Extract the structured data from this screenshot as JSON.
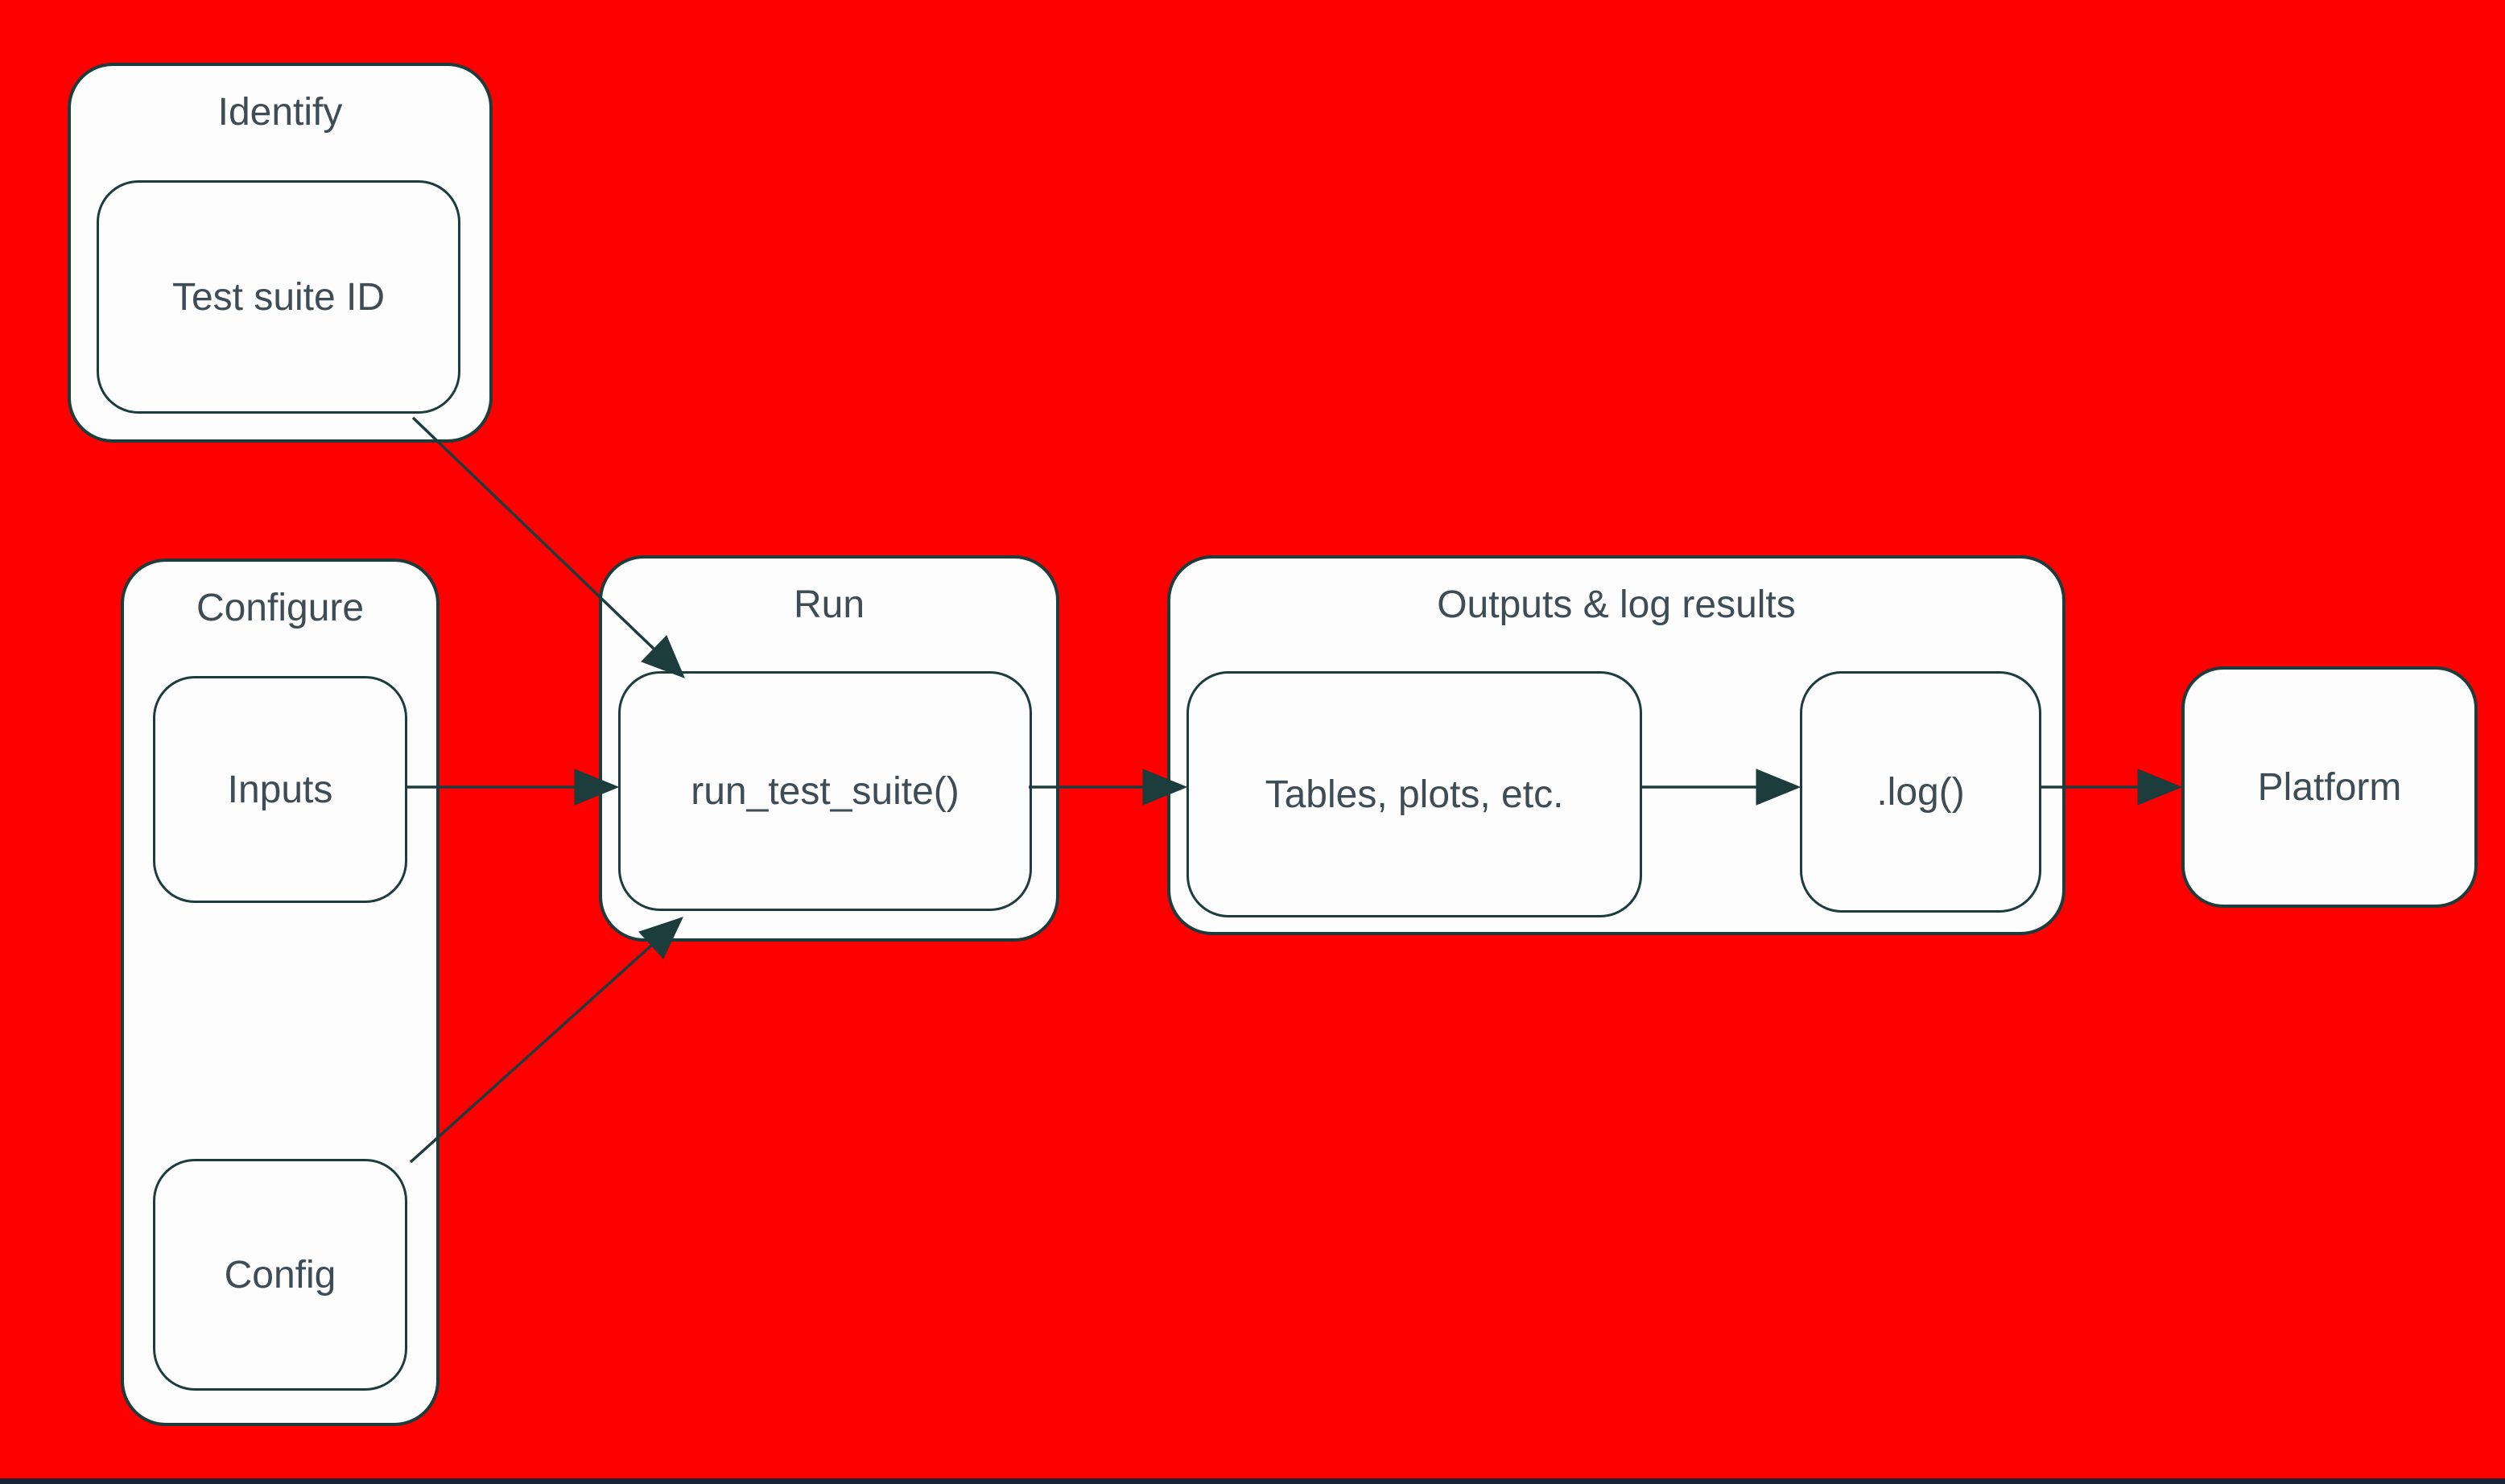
{
  "background_color": "#ff0000",
  "colors": {
    "node_fill": "#fdfdfd",
    "stroke": "#1d3c3c",
    "text": "#3e4c56",
    "bottom_strip": "#182338"
  },
  "nodes": {
    "identify": {
      "title": "Identify",
      "child": "Test suite ID"
    },
    "configure": {
      "title": "Configure",
      "inputs": "Inputs",
      "config": "Config"
    },
    "run": {
      "title": "Run",
      "child": "run_test_suite()"
    },
    "outputs": {
      "title": "Outputs & log results",
      "tables": "Tables, plots, etc.",
      "log": ".log()"
    },
    "platform": {
      "label": "Platform"
    }
  },
  "edges": [
    {
      "from": "Test suite ID",
      "to": "run_test_suite()"
    },
    {
      "from": "Inputs",
      "to": "run_test_suite()"
    },
    {
      "from": "Config",
      "to": "run_test_suite()"
    },
    {
      "from": "run_test_suite()",
      "to": "Tables, plots, etc."
    },
    {
      "from": "Tables, plots, etc.",
      "to": ".log()"
    },
    {
      "from": ".log()",
      "to": "Platform"
    }
  ]
}
